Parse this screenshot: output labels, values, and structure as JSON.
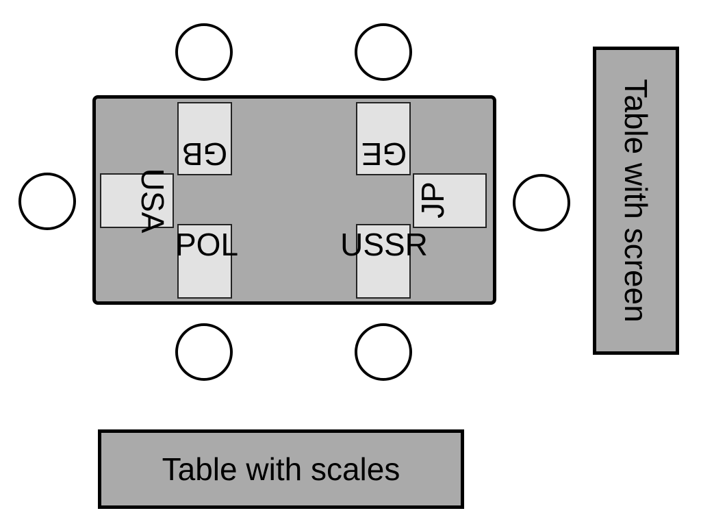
{
  "diagram": {
    "delegations": {
      "gb": "GB",
      "ge": "GE",
      "usa": "USA",
      "jp": "JP",
      "pol": "POL",
      "ussr": "USSR"
    },
    "screen_table_label": "Table with screen",
    "scales_table_label": "Table with scales"
  }
}
